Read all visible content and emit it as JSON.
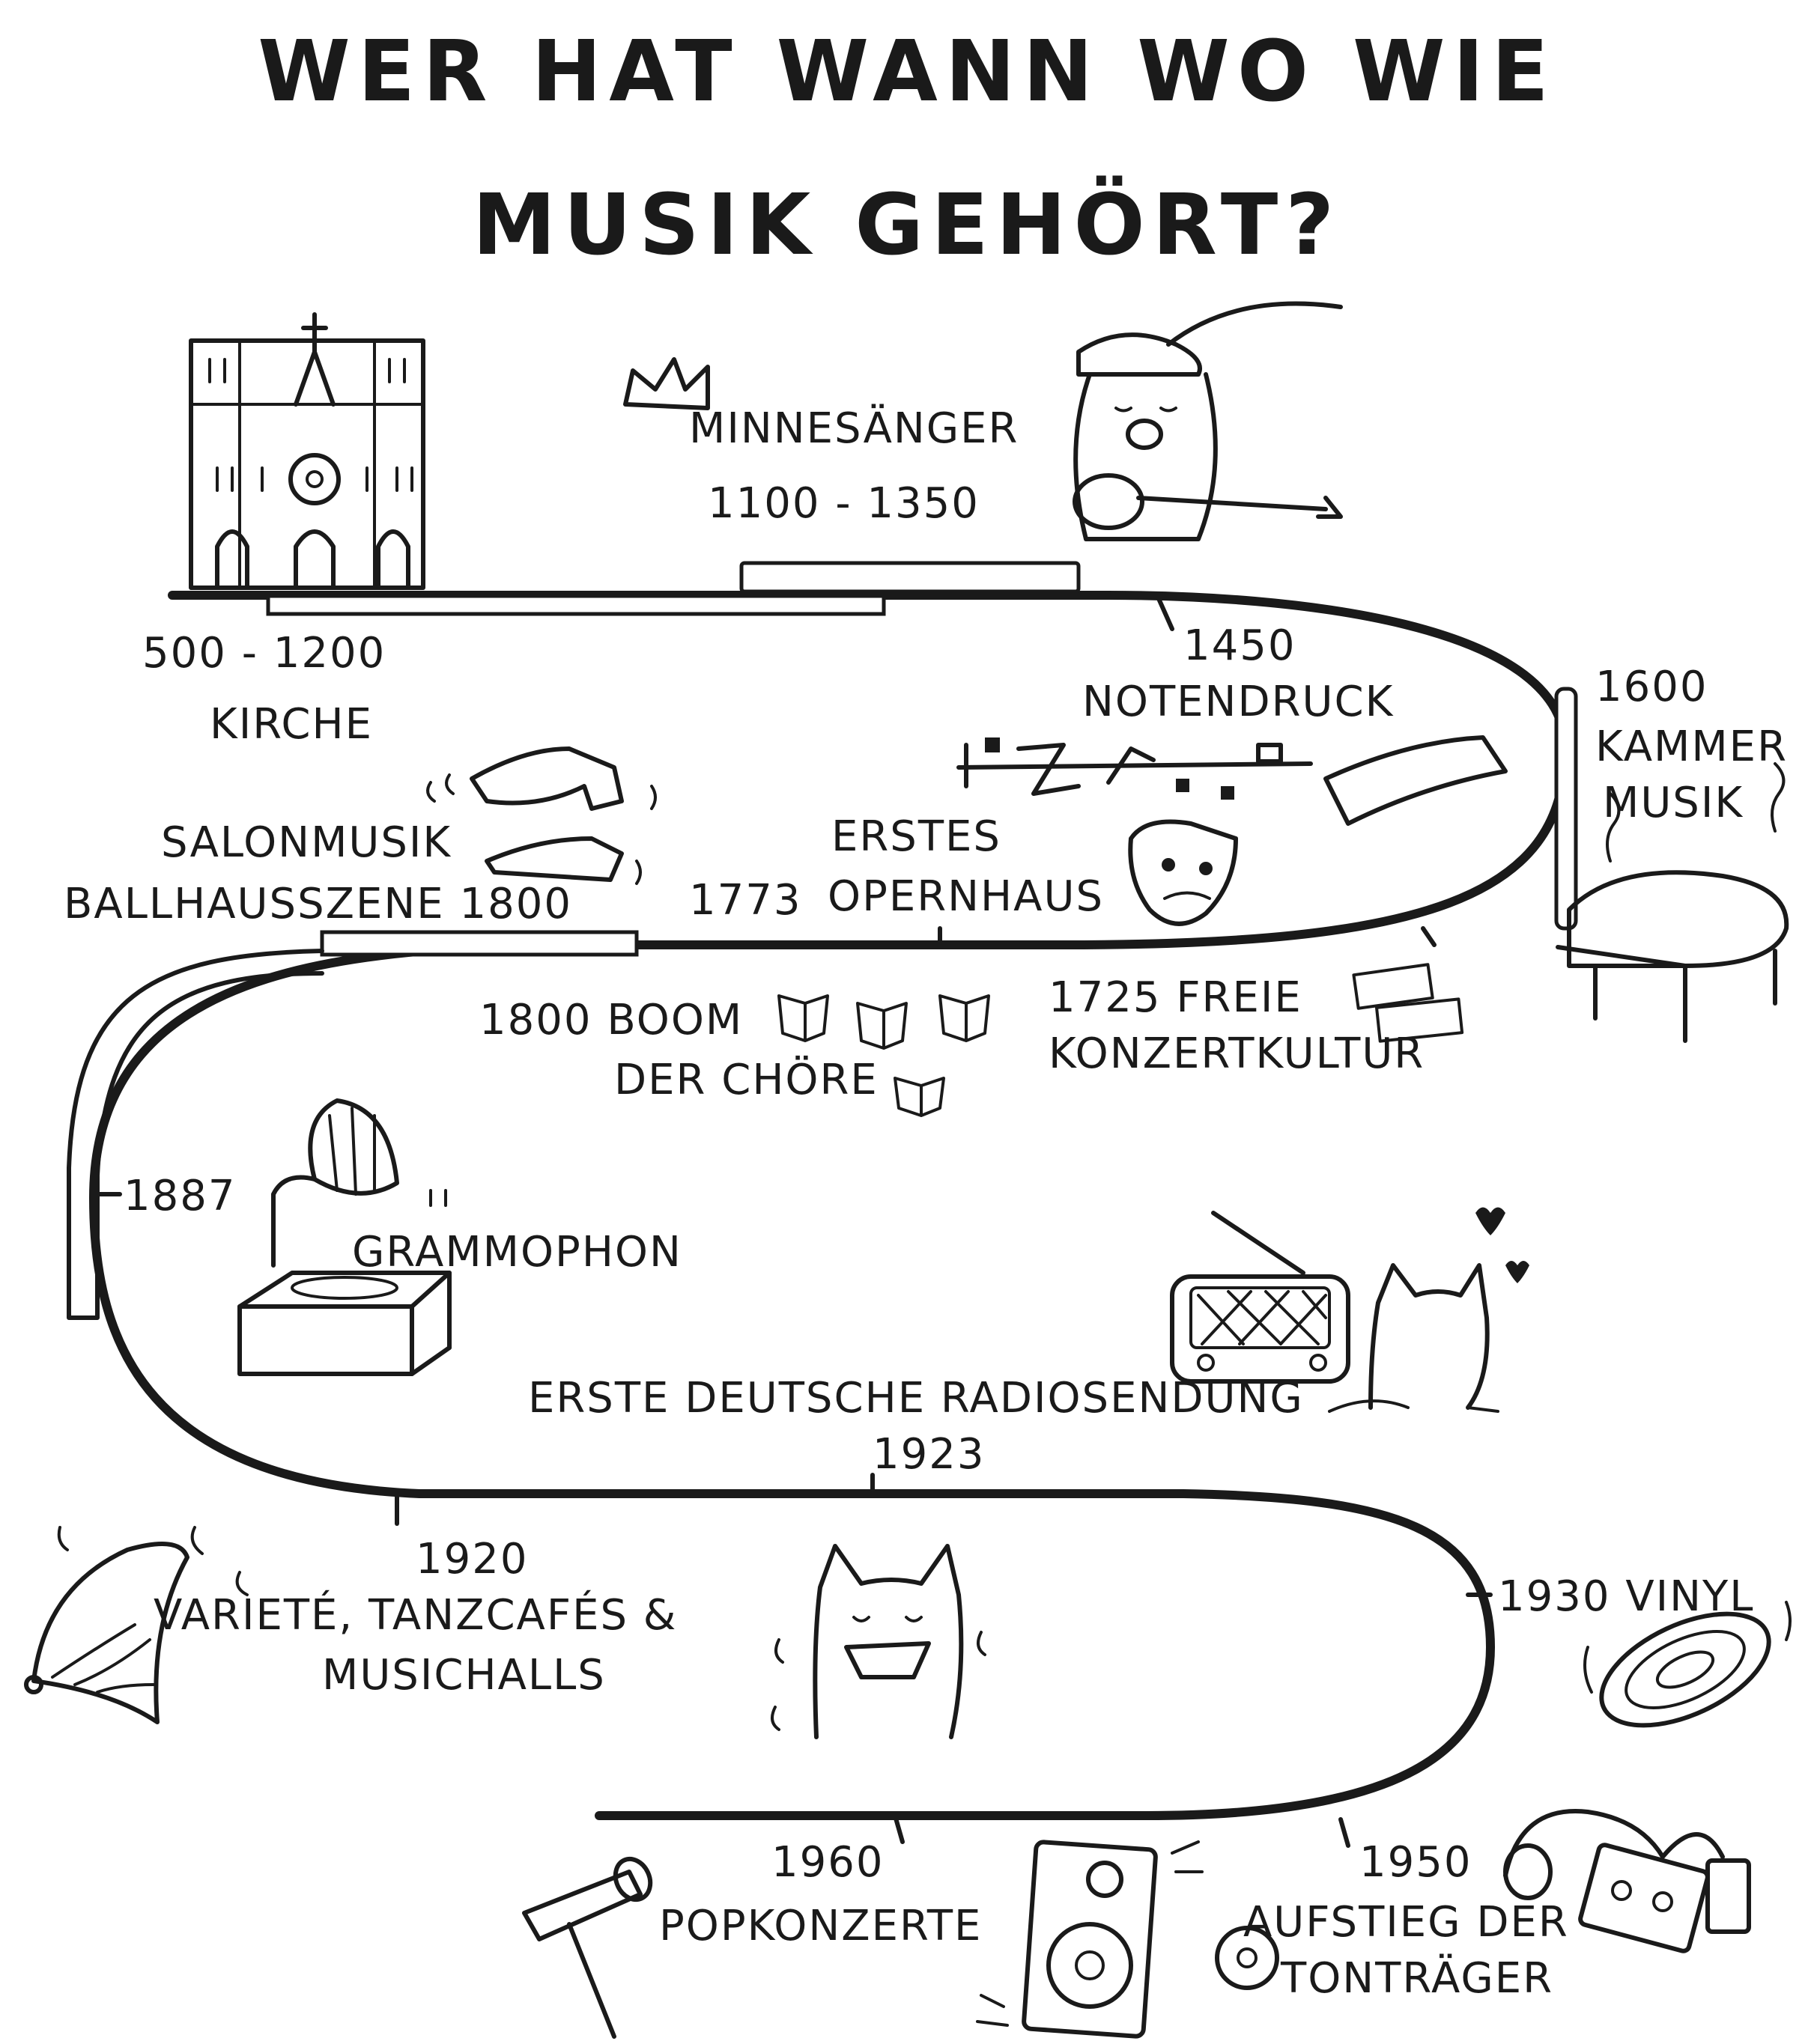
{
  "title": {
    "line1": "WER HAT WANN WO WIE",
    "line2": "MUSIK GEHÖRT?"
  },
  "events": {
    "kirche": {
      "years": "500 - 1200",
      "label": "KIRCHE"
    },
    "minnesaenger": {
      "label": "MINNESÄNGER",
      "years": "1100 - 1350"
    },
    "notendruck": {
      "year": "1450",
      "label": "NOTENDRUCK"
    },
    "kammermusik": {
      "year": "1600",
      "line1": "KAMMER",
      "line2": "MUSIK"
    },
    "salonmusik": {
      "line1": "SALONMUSIK",
      "line2": "BALLHAUSSZENE 1800"
    },
    "opernhaus": {
      "line1": "ERSTES",
      "year": "1773",
      "line2": "OPERNHAUS"
    },
    "choere": {
      "line1": "1800 BOOM",
      "line2": "DER CHÖRE"
    },
    "konzertkultur": {
      "line1": "1725 FREIE",
      "line2": "KONZERTKULTUR"
    },
    "grammophon": {
      "year": "1887",
      "label": "GRAMMOPHON"
    },
    "radio": {
      "label": "ERSTE DEUTSCHE RADIOSENDUNG",
      "year": "1923"
    },
    "variete": {
      "year": "1920",
      "line1": "VARIETÉ, TANZCAFÉS &",
      "line2": "MUSICHALLS"
    },
    "vinyl": {
      "label": "1930 VINYL"
    },
    "popkonzerte": {
      "year": "1960",
      "label": "POPKONZERTE"
    },
    "tontraeger": {
      "year": "1950",
      "line1": "AUFSTIEG DER",
      "line2": "TONTRÄGER"
    }
  }
}
